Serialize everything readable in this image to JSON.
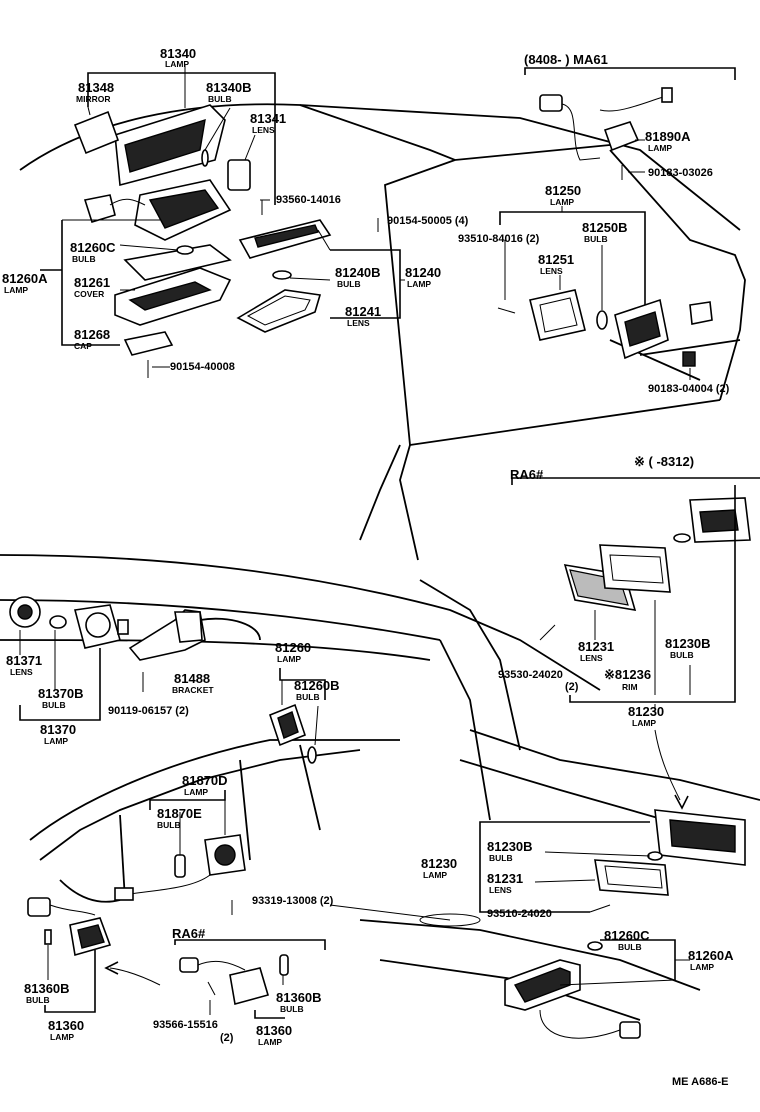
{
  "footer_code": "ME  A686-E",
  "headers": {
    "ma61": "(8408-        ) MA61",
    "ra6_top": "RA6#",
    "star_range": "※ (        -8312)",
    "ra6_bottom": "RA6#"
  },
  "parts": {
    "p81340": {
      "num": "81340",
      "desc": "LAMP"
    },
    "p81348": {
      "num": "81348",
      "desc": "MIRROR"
    },
    "p81340B": {
      "num": "81340B",
      "desc": "BULB"
    },
    "p81341": {
      "num": "81341",
      "desc": "LENS"
    },
    "p93560_14016": {
      "num": "93560-14016"
    },
    "p90154_50005": {
      "num": "90154-50005 (4)"
    },
    "p81260C_top": {
      "num": "81260C",
      "desc": "BULB"
    },
    "p81260A_top": {
      "num": "81260A",
      "desc": "LAMP"
    },
    "p81261": {
      "num": "81261",
      "desc": "COVER"
    },
    "p81268": {
      "num": "81268",
      "desc": "CAP"
    },
    "p90154_40008": {
      "num": "90154-40008"
    },
    "p81240B": {
      "num": "81240B",
      "desc": "BULB"
    },
    "p81240": {
      "num": "81240",
      "desc": "LAMP"
    },
    "p81241": {
      "num": "81241",
      "desc": "LENS"
    },
    "p81890A": {
      "num": "81890A",
      "desc": "LAMP"
    },
    "p90183_03026": {
      "num": "90183-03026"
    },
    "p81250": {
      "num": "81250",
      "desc": "LAMP"
    },
    "p93510_84016": {
      "num": "93510-84016 (2)"
    },
    "p81250B": {
      "num": "81250B",
      "desc": "BULB"
    },
    "p81251": {
      "num": "81251",
      "desc": "LENS"
    },
    "p90183_04004": {
      "num": "90183-04004 (2)"
    },
    "p81371": {
      "num": "81371",
      "desc": "LENS"
    },
    "p81370B": {
      "num": "81370B",
      "desc": "BULB"
    },
    "p81370": {
      "num": "81370",
      "desc": "LAMP"
    },
    "p81488": {
      "num": "81488",
      "desc": "BRACKET"
    },
    "p90119_06157": {
      "num": "90119-06157 (2)"
    },
    "p81260_mid": {
      "num": "81260",
      "desc": "LAMP"
    },
    "p81260B_mid": {
      "num": "81260B",
      "desc": "BULB"
    },
    "p81231_top": {
      "num": "81231",
      "desc": "LENS"
    },
    "p81230B_top": {
      "num": "81230B",
      "desc": "BULB"
    },
    "p93530_24020": {
      "num": "93530-24020",
      "qty": "(2)"
    },
    "p81236": {
      "num": "※81236",
      "desc": "RIM"
    },
    "p81230_top": {
      "num": "81230",
      "desc": "LAMP"
    },
    "p81870D": {
      "num": "81870D",
      "desc": "LAMP"
    },
    "p81870E": {
      "num": "81870E",
      "desc": "BULB"
    },
    "p93319_13008": {
      "num": "93319-13008 (2)"
    },
    "p81230_bot": {
      "num": "81230",
      "desc": "LAMP"
    },
    "p81230B_bot": {
      "num": "81230B",
      "desc": "BULB"
    },
    "p81231_bot": {
      "num": "81231",
      "desc": "LENS"
    },
    "p93510_24020": {
      "num": "93510-24020"
    },
    "p81260C_bot": {
      "num": "81260C",
      "desc": "BULB"
    },
    "p81260A_bot": {
      "num": "81260A",
      "desc": "LAMP"
    },
    "p81360B_left": {
      "num": "81360B",
      "desc": "BULB"
    },
    "p81360_left": {
      "num": "81360",
      "desc": "LAMP"
    },
    "p93566_15516": {
      "num": "93566-15516",
      "qty": "(2)"
    },
    "p81360B_right": {
      "num": "81360B",
      "desc": "BULB"
    },
    "p81360_right": {
      "num": "81360",
      "desc": "LAMP"
    }
  }
}
